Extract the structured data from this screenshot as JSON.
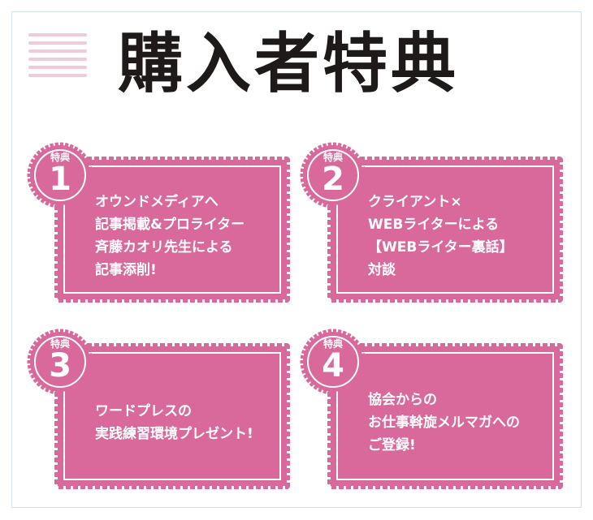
{
  "page_title": "購入者特典",
  "colors": {
    "pink": "#d9699b",
    "pink_light": "#f0cbdb",
    "title": "#1e1a1a"
  },
  "cards": [
    {
      "badge_label": "特典",
      "number": "1",
      "lines": [
        "オウンドメディアへ",
        "記事掲載&プロライター",
        "斉藤カオリ先生による",
        "記事添削!"
      ]
    },
    {
      "badge_label": "特典",
      "number": "2",
      "lines": [
        "クライアント×",
        "WEBライターによる",
        "【WEBライター裏話】",
        "対談"
      ]
    },
    {
      "badge_label": "特典",
      "number": "3",
      "lines": [
        "ワードプレスの",
        "実践練習環境プレゼント!"
      ]
    },
    {
      "badge_label": "特典",
      "number": "4",
      "lines": [
        "協会からの",
        "お仕事斡旋メルマガへの",
        "ご登録!"
      ]
    }
  ]
}
